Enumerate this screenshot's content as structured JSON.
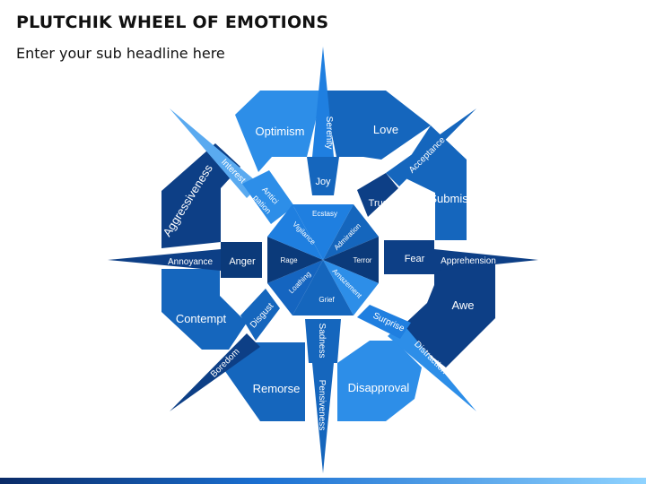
{
  "header": {
    "title": "PLUTCHIK WHEEL OF EMOTIONS",
    "subtitle": "Enter your sub headline here"
  },
  "colors": {
    "outer_dark": "#0d3f86",
    "outer_mid": "#1566bd",
    "outer_light": "#2d8ee8",
    "inner_light": "#1f7fe0",
    "inner_mid": "#1565c0",
    "inner_dark": "#0b3a7a",
    "accent_bar": "#1a6fd1"
  },
  "outer_ring": {
    "optimism": "Optimism",
    "love": "Love",
    "submission": "Submission",
    "awe": "Awe",
    "disapproval": "Disapproval",
    "remorse": "Remorse",
    "contempt": "Contempt",
    "aggressiveness": "Aggressiveness"
  },
  "spikes": {
    "serenity": "Serenity",
    "acceptance": "Acceptance",
    "apprehension": "Apprehension",
    "distraction": "Distraction",
    "pensiveness": "Pensiveness",
    "boredom": "Boredom",
    "annoyance": "Annoyance",
    "interest": "Interest"
  },
  "middle_ring": {
    "joy": "Joy",
    "trust": "Trust",
    "fear": "Fear",
    "surprise": "Surprise",
    "sadness": "Sadness",
    "disgust": "Disgust",
    "anger": "Anger",
    "anticipation_line1": "Antici",
    "anticipation_line2": "pation"
  },
  "core": {
    "ecstasy": "Ecstasy",
    "admiration": "Admiration",
    "terror": "Terror",
    "amazement": "Amazement",
    "grief": "Grief",
    "loathing": "Loathing",
    "rage": "Rage",
    "vigilance": "Vigilance"
  }
}
